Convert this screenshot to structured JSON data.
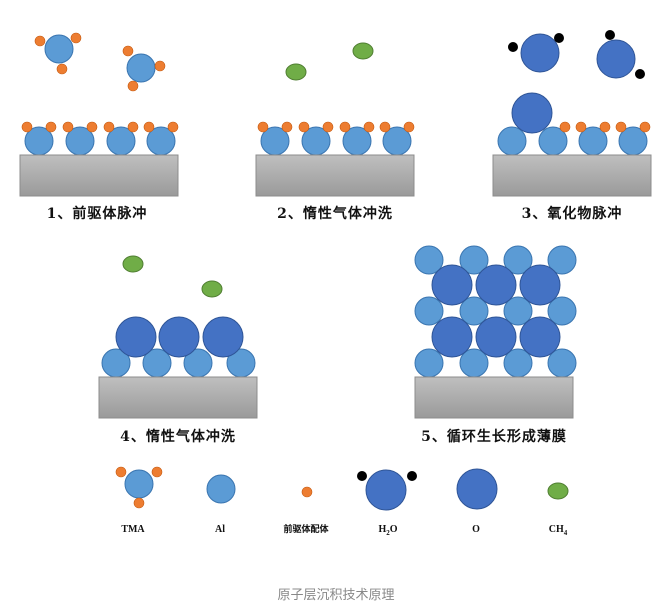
{
  "steps": [
    {
      "label": "1、前驱体脉冲"
    },
    {
      "label": "2、惰性气体冲洗"
    },
    {
      "label": "3、氧化物脉冲"
    },
    {
      "label": "4、惰性气体冲洗"
    },
    {
      "label": "5、循环生长形成薄膜"
    }
  ],
  "legend": {
    "tma": "TMA",
    "al": "Al",
    "ligand": "前驱体配体",
    "h2o": {
      "main": "H",
      "sub": "2",
      "tail": "O"
    },
    "o": "O",
    "ch4": {
      "main": "CH",
      "sub": "4"
    }
  },
  "caption": "原子层沉积技术原理",
  "colors": {
    "al": "#5b9bd5",
    "o": "#4472c4",
    "ligand": "#ed7d31",
    "ch4": "#70ad47",
    "substrate": "#a6a6a6",
    "h": "#000000"
  }
}
